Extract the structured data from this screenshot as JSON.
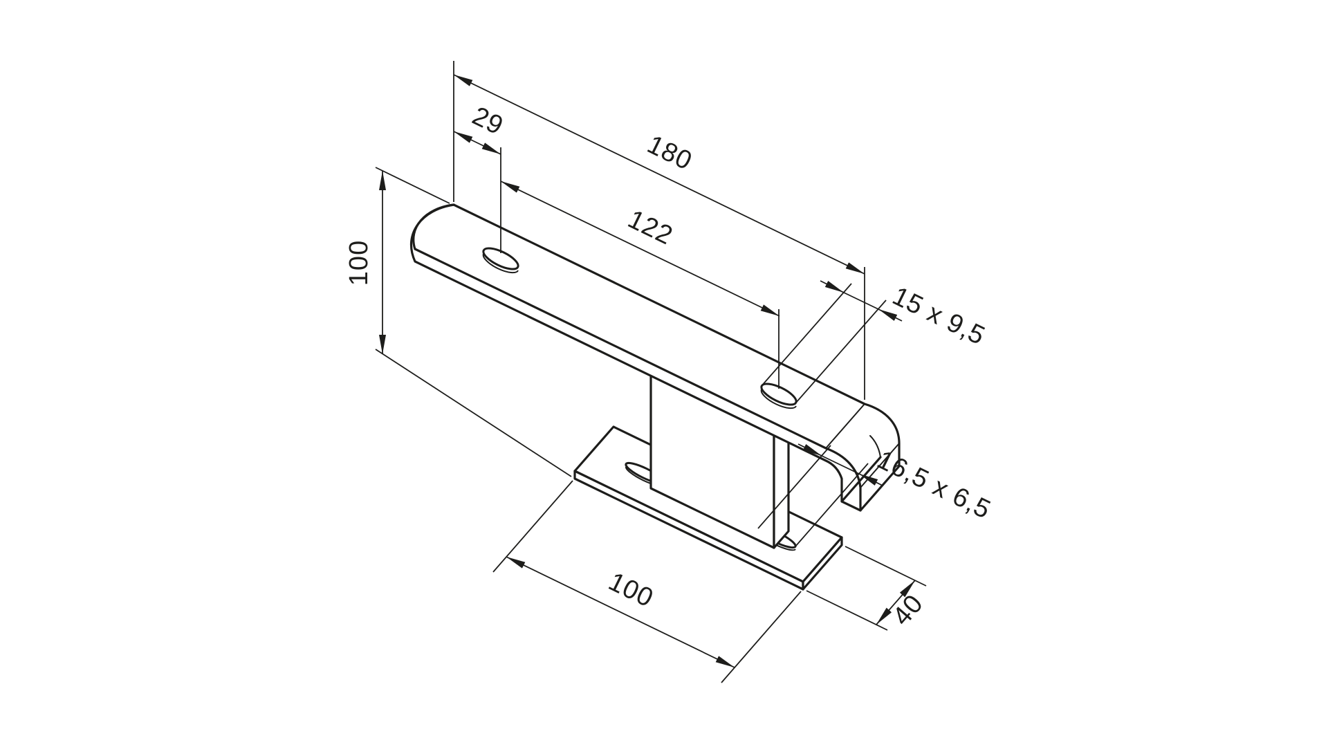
{
  "drawing": {
    "type": "isometric-technical-drawing",
    "part": "hook bracket with base plate",
    "colors": {
      "background": "#ffffff",
      "line": "#1d1d1b"
    },
    "dimensions": {
      "plate_length": "180",
      "hole_offset": "29",
      "hole_spacing": "122",
      "overall_height": "100",
      "top_slot_size": "15 x 9,5",
      "base_slot_size": "16,5 x 6,5",
      "base_length": "100",
      "base_width": "40"
    }
  }
}
